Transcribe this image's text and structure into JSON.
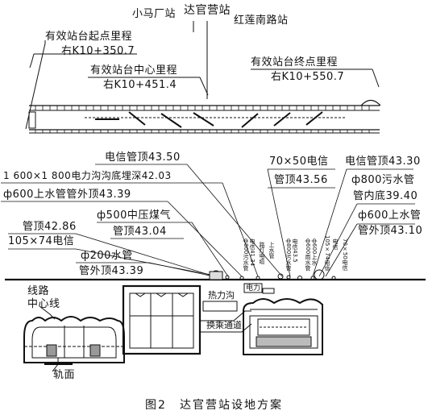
{
  "stations": {
    "xiaomachang": "小马厂站",
    "daguanying": "达官营站",
    "hongliannan": "红莲南路站"
  },
  "platform": {
    "start_label": "有效站台起点里程",
    "start_value": "右K10+350.7",
    "center_label": "有效站台中心里程",
    "center_value": "右K10+451.4",
    "end_label": "有效站台终点里程",
    "end_value": "右K10+550.7"
  },
  "pipelines_left": [
    "电信管顶43.50",
    "1 600×1 800电力沟沟底埋深42.03",
    "ф600上水管管外顶43.39",
    "ф500中压煤气",
    "管顶43.04",
    "管顶42.86",
    "105×74电信",
    "ф200水管",
    "管外顶43.39"
  ],
  "pipelines_right": [
    "70×50电信",
    "管顶43.56",
    "电信管顶43.30",
    "ф800污水管",
    "管内底39.40",
    "ф600上水管",
    "管外顶43.10"
  ],
  "small_vertical_labels": [
    "ф800污水管",
    "电信41.34",
    "路灯电缆",
    "上水管",
    "ф800污水管",
    "电信43.5",
    "ф600雨水管",
    "ф600上水",
    "105×74电信",
    "电信",
    "70×50电信"
  ],
  "section": {
    "route_centerline": "线路\n中心线",
    "rail_surface": "轨面",
    "heat_trench": "热力沟",
    "transfer_passage": "换乘通道",
    "power": "电力"
  },
  "caption": "图2　达官营站设地方案"
}
